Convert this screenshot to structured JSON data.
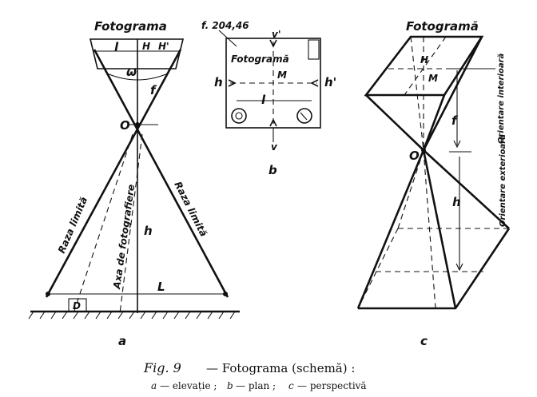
{
  "elevation": {
    "title": "Fotograma",
    "frame_width_label": "l",
    "mark_h": "H",
    "mark_h_prime": "H'",
    "angle_label": "ω",
    "focal_label": "f",
    "center_label": "O",
    "height_label": "h",
    "ground_width_label": "L",
    "base_label": "D",
    "left_ray_label": "Raza limită",
    "right_ray_label": "Raza limită",
    "axis_label": "Axa de fotografiere",
    "panel_letter": "a"
  },
  "plan": {
    "frame_number": "f. 204,46",
    "title": "Fotogramă",
    "mark_top": "v'",
    "mark_bottom": "v",
    "mark_left": "h",
    "mark_right": "h'",
    "center_label": "M",
    "width_label": "l",
    "panel_letter": "b"
  },
  "perspective": {
    "title": "Fotogramă",
    "mark_h": "H",
    "center_label": "M",
    "focal_label": "f",
    "origin_label": "O",
    "height_label": "h",
    "interior_label": "Orientare interioară",
    "exterior_label": "Orientare exterioară",
    "panel_letter": "c"
  },
  "caption": {
    "fig_label": "Fig. 9",
    "title": "— Fotograma (schemă) :",
    "sub_a_letter": "a",
    "sub_a_text": "— elevație ;",
    "sub_b_letter": "b",
    "sub_b_text": "— plan ;",
    "sub_c_letter": "c",
    "sub_c_text": "— perspectivă"
  }
}
